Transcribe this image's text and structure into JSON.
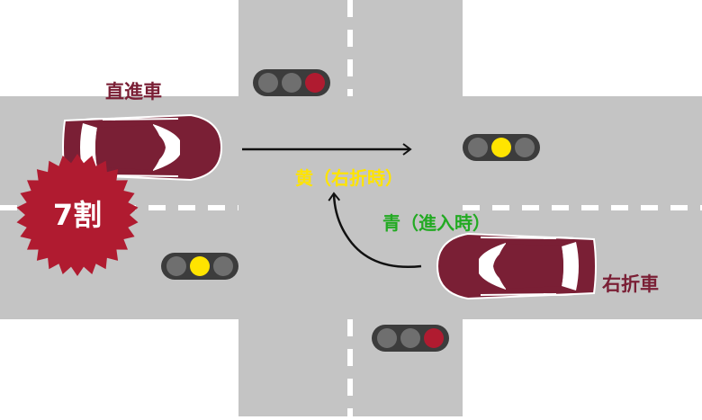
{
  "labels": {
    "straight_car": "直進車",
    "right_turn_car": "右折車",
    "yellow_right_turn": "黄（右折時）",
    "green_entry": "青（進入時）",
    "badge": "7割"
  },
  "colors": {
    "road": "#c4c4c4",
    "background": "#ffffff",
    "lane_marking": "#ffffff",
    "car_body": "#7a1f35",
    "car_window": "#ffffff",
    "car_roof": "#7a1f35",
    "signal_housing": "#3c3c3c",
    "signal_off": "#6f6f6f",
    "signal_red": "#b01b30",
    "signal_yellow": "#ffe400",
    "label_car": "#7a1f35",
    "label_yellow": "#ffe400",
    "label_green": "#22aa22",
    "badge_fill": "#b01b30",
    "badge_text": "#ffffff",
    "arrow": "#111111"
  },
  "signals": [
    {
      "id": "signal-top",
      "lit": "red"
    },
    {
      "id": "signal-right",
      "lit": "yellow"
    },
    {
      "id": "signal-left",
      "lit": "yellow"
    },
    {
      "id": "signal-bottom",
      "lit": "red"
    }
  ],
  "icons": {
    "straight_arrow": "arrow-right-icon",
    "turn_arrow": "curved-arrow-icon",
    "badge": "starburst-badge-icon"
  }
}
